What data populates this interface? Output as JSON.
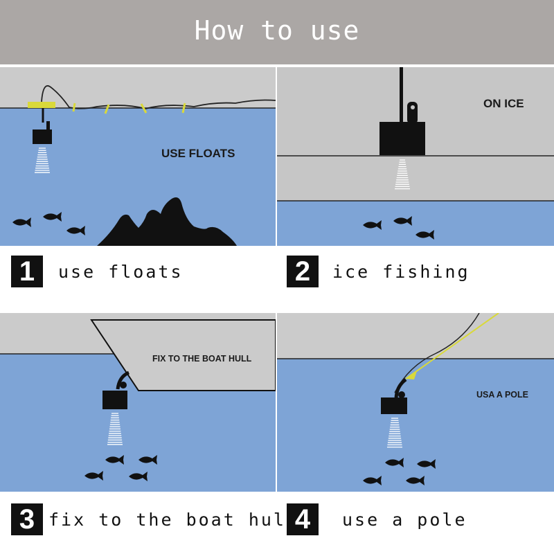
{
  "header": {
    "title": "How to use"
  },
  "panels": {
    "floats": {
      "caption": "USE FLOATS"
    },
    "ice": {
      "caption": "ON ICE"
    },
    "hull": {
      "caption": "FIX TO THE BOAT HULL"
    },
    "pole": {
      "caption": "USA A POLE"
    }
  },
  "steps": [
    {
      "number": "1",
      "text": "use floats"
    },
    {
      "number": "2",
      "text": "ice fishing"
    },
    {
      "number": "3",
      "text": "fix to the boat hull"
    },
    {
      "number": "4",
      "text": "use a pole"
    }
  ],
  "colors": {
    "header": "#aba7a5",
    "sky": "#cbcbcb",
    "water": "#7ea4d6",
    "ice": "#c6c6c6",
    "float": "#d9d93a",
    "device": "#111111"
  },
  "icons": [
    "sonar-device-icon",
    "sonar-beam-icon",
    "fish-icon",
    "float-icon",
    "fishing-pole-icon",
    "seabed-rocks-icon",
    "boat-hull-icon"
  ]
}
